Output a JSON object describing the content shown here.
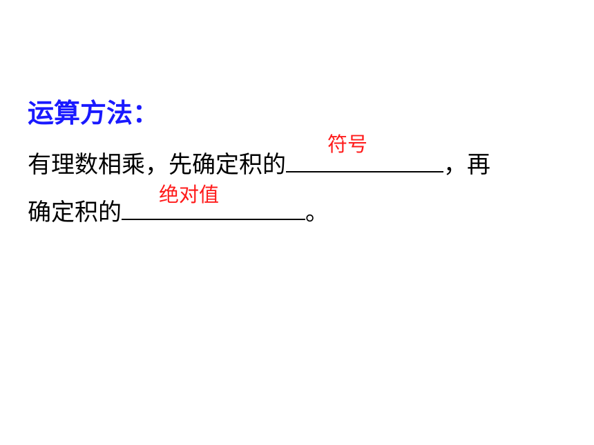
{
  "heading": "运算方法：",
  "sentence": {
    "line1_prefix": "有理数相乘，先确定积的",
    "answer1": "符号",
    "line1_suffix": "，再",
    "line2_prefix": "确定积的",
    "answer2": "绝对值",
    "line2_suffix": "。"
  },
  "colors": {
    "heading": "#1a1aff",
    "answer": "#ff1a1a",
    "text": "#000000"
  }
}
